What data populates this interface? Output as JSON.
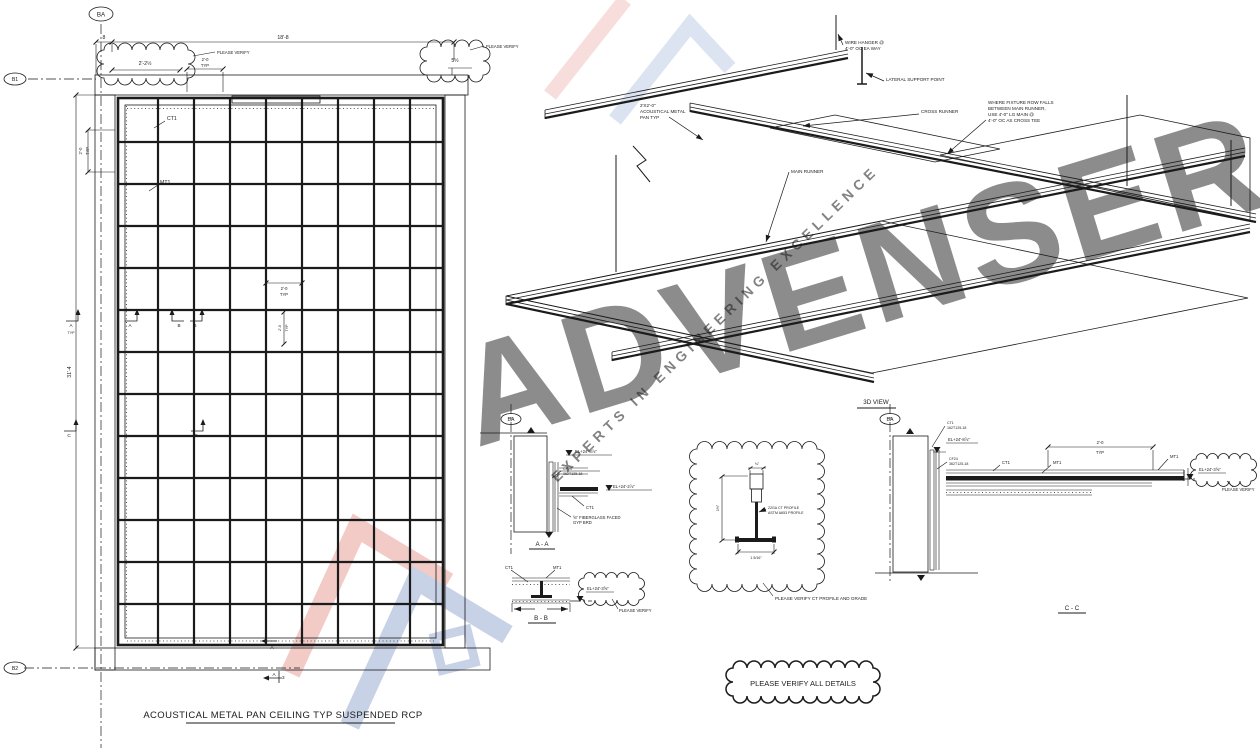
{
  "common": {
    "please_verify": "PLEASE VERIFY",
    "typ": "TYP",
    "ct1": "CT1",
    "mt1": "MT1",
    "dim_2ft": "2'-0"
  },
  "plan": {
    "title": "ACOUSTICAL METAL PAN CEILING TYP SUSPENDED RCP",
    "bubble_top": "BA",
    "bubble_left": "B1",
    "bubble_bottom": "B2",
    "dim_offset": "8",
    "dim_overall": "18'-8",
    "dim_height": "31'-4",
    "cloud_left_dim": "2'-2½",
    "cloud_right_dim": "5½",
    "sec_a": "A",
    "sec_b": "B",
    "sec_c": "C",
    "sheet_num": "3"
  },
  "iso": {
    "title": "3D VIEW",
    "wire_hanger_1": "WIRE HANGER @",
    "wire_hanger_2": "4'-0\" OC EA WAY",
    "lateral_support": "LATERAL SUPPORT POINT",
    "cross_runner": "CROSS RUNNER",
    "fixture_note_1": "WHERE FIXTURE ROW FALLS",
    "fixture_note_2": "BETWEEN MAIN RUNNER,",
    "fixture_note_3": "USE 4'-0\" LG MAIN @",
    "fixture_note_4": "4'-0\" OC AS CROSS TEE",
    "main_runner": "MAIN RUNNER",
    "pan_1": "2'X2'-0\"",
    "pan_2": "ACOUSTICAL METAL",
    "pan_3": "PAN TYP"
  },
  "detail_aa": {
    "title": "A - A",
    "bubble": "BA",
    "el_top": "EL+24'-8⅞\"",
    "el_mid": "EL+24'-2⅞\"",
    "track_1": "CF24",
    "track_2": "362T125-18",
    "gyp_1": "⅝\" FIBERGLASS FACED",
    "gyp_2": "GYP BRD"
  },
  "detail_bb": {
    "title": "B - B",
    "el": "EL+24'-3⅝\""
  },
  "detail_ct": {
    "label_1": "22GA CT PROFILE",
    "label_2": "ASTM A653 PROFILE",
    "note": "PLEASE VERIFY CT PROFILE AND GRADE",
    "dim_top": "¾\"",
    "dim_side": "1½\"",
    "dim_bottom": "1 5/16\""
  },
  "detail_cc": {
    "title": "C - C",
    "bubble": "BA",
    "track_top_1": "CT1",
    "track_top_2": "162T125-18",
    "el_top": "EL+24'-8⅞\"",
    "track_1": "CF24",
    "track_2": "362T125-18",
    "el_right": "EL+24'-3⅝\"",
    "dim_small": "⅝\""
  },
  "note_all": "PLEASE VERIFY ALL DETAILS",
  "watermark": {
    "name": "ADVENSER",
    "tagline": "EXPERTS IN ENGINEERING EXCELLENCE",
    "blue": "#5677b8",
    "red": "#d95f53"
  }
}
